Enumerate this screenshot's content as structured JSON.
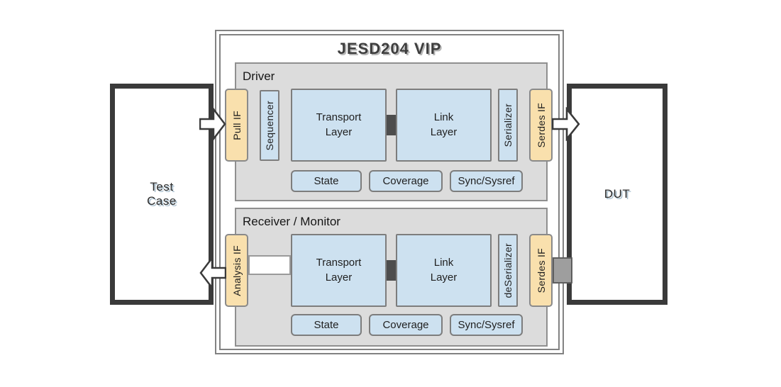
{
  "title": "JESD204 VIP",
  "endpoints": {
    "test_case": "Test\nCase",
    "dut": "DUT"
  },
  "driver": {
    "title": "Driver",
    "pull_if": "Pull IF",
    "sequencer": "Sequencer",
    "transport_layer": "Transport\nLayer",
    "link_layer": "Link\nLayer",
    "serializer": "Serializer",
    "serdes_if": "Serdes IF",
    "chips": [
      "State",
      "Coverage",
      "Sync/Sysref"
    ]
  },
  "receiver": {
    "title": "Receiver / Monitor",
    "analysis_if": "Analysis IF",
    "transport_layer": "Transport\nLayer",
    "link_layer": "Link\nLayer",
    "deserializer": "deSerializer",
    "serdes_if": "Serdes IF",
    "chips": [
      "State",
      "Coverage",
      "Sync/Sysref"
    ]
  },
  "colors": {
    "block_blue": "#cde1f0",
    "block_tan": "#f9e0ad",
    "section_gray": "#dcdcdc",
    "border_gray": "#828282",
    "dark_border": "#3a3a3a",
    "connector_dark": "#4d4d4d"
  }
}
